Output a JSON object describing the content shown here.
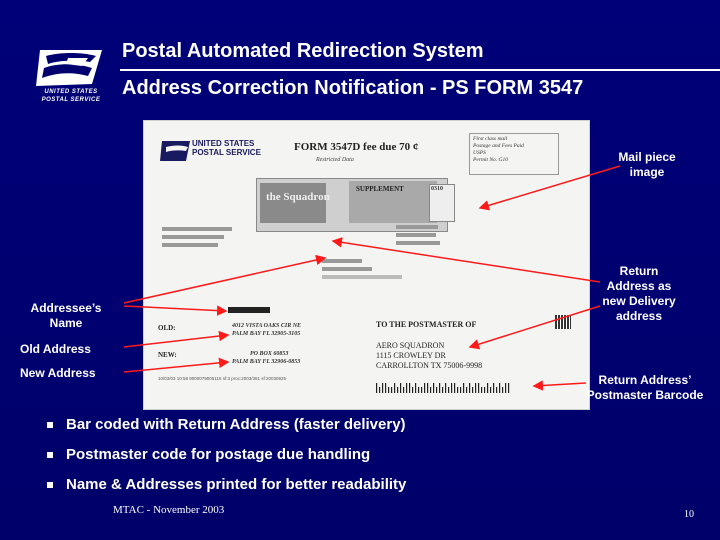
{
  "logo": {
    "line1": "UNITED STATES",
    "line2": "POSTAL SERVICE"
  },
  "header": {
    "title": "Postal Automated Redirection System",
    "subtitle": "Address Correction Notification - PS FORM 3547"
  },
  "mailpiece": {
    "usps_line1": "UNITED STATES",
    "usps_line2": "POSTAL SERVICE",
    "form_title": "FORM 3547D fee due 70 ¢",
    "restricted": "Restricted Data",
    "permit_lines": [
      "First class mail",
      "Postage and Fees Paid",
      "USPS",
      "Permit No. G10"
    ],
    "label_brand": "the Squadron",
    "label_badge": "SUPPLEMENT",
    "label_box": "0310",
    "old_label": "OLD:",
    "old_address": [
      "4012 VISTA OAKS CIR NE",
      "PALM BAY FL 32905-3105"
    ],
    "new_label": "NEW:",
    "new_address": [
      "PO BOX 60853",
      "PALM BAY FL 32906-0853"
    ],
    "postmaster_heading": "TO THE POSTMASTER OF",
    "ship_to": [
      "AERO SQUADRON",
      "1115 CROWLEY DR",
      "CARROLLTON TX 75006-9998"
    ],
    "footer_code": "10/03/03 10:58 9000079005115 sf:3 proc:2003/361 sf:20030925"
  },
  "callouts": {
    "mail_piece": "Mail piece image",
    "return_address": "Return Address as new Delivery address",
    "addressee": "Addressee’s Name",
    "old_address": "Old Address",
    "new_address": "New Address",
    "barcode": "Return Address’ Postmaster Barcode"
  },
  "bullets": [
    "Bar coded with Return Address (faster delivery)",
    "Postmaster code for postage due handling",
    "Name & Addresses printed for better readability"
  ],
  "footer": {
    "text": "MTAC -  November 2003",
    "page": "10"
  },
  "colors": {
    "background": "#00006e",
    "text": "#ffffff",
    "arrows": "#ff1a1a"
  }
}
